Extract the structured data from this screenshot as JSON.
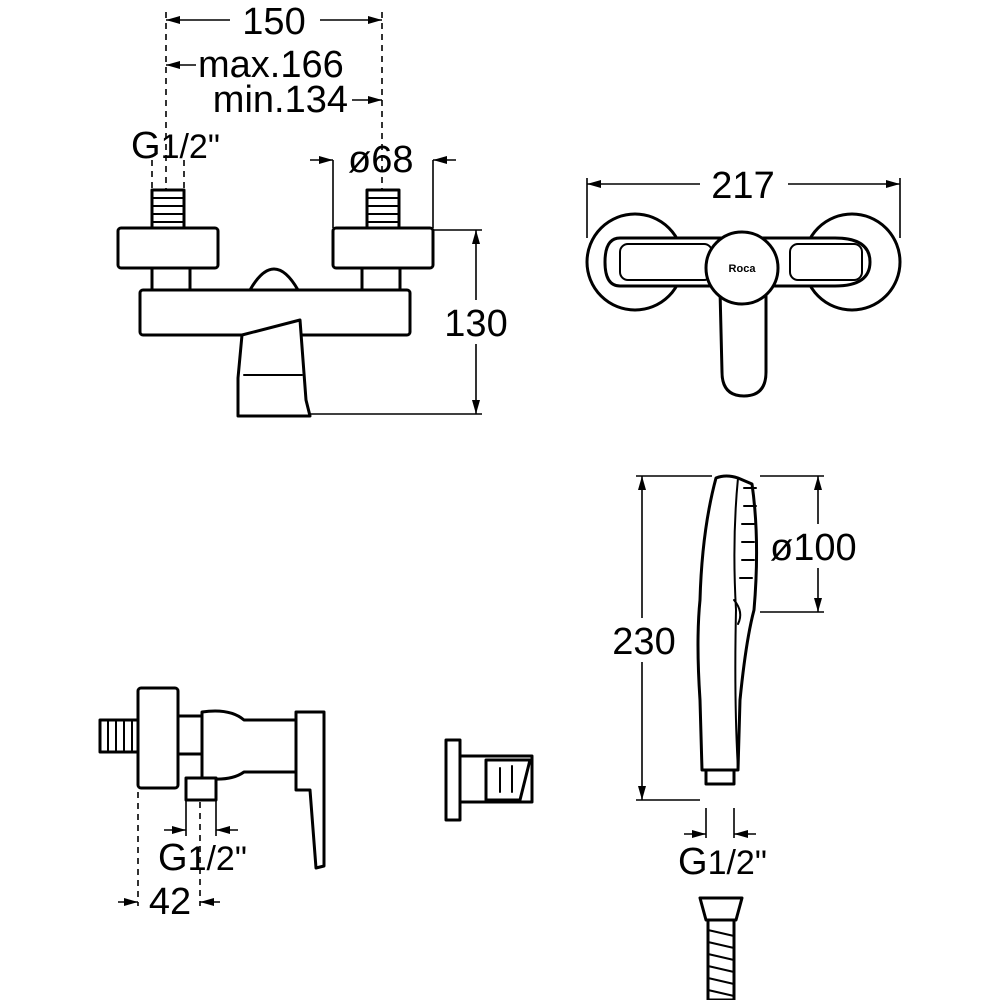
{
  "front_view": {
    "width_label": "150",
    "max_label": "max.166",
    "min_label": "min.134",
    "thread_label_g": "G",
    "thread_label_fraction": "1/2\"",
    "diameter_label": "ø68",
    "height_label": "130"
  },
  "top_view": {
    "width_label": "217",
    "logo_text": "Roca"
  },
  "side_view": {
    "thread_label_g": "G",
    "thread_label_fraction": "1/2\"",
    "depth_label": "42"
  },
  "hand_shower": {
    "length_label": "230",
    "diameter_label": "ø100",
    "thread_label_g": "G",
    "thread_label_fraction": "1/2\""
  }
}
